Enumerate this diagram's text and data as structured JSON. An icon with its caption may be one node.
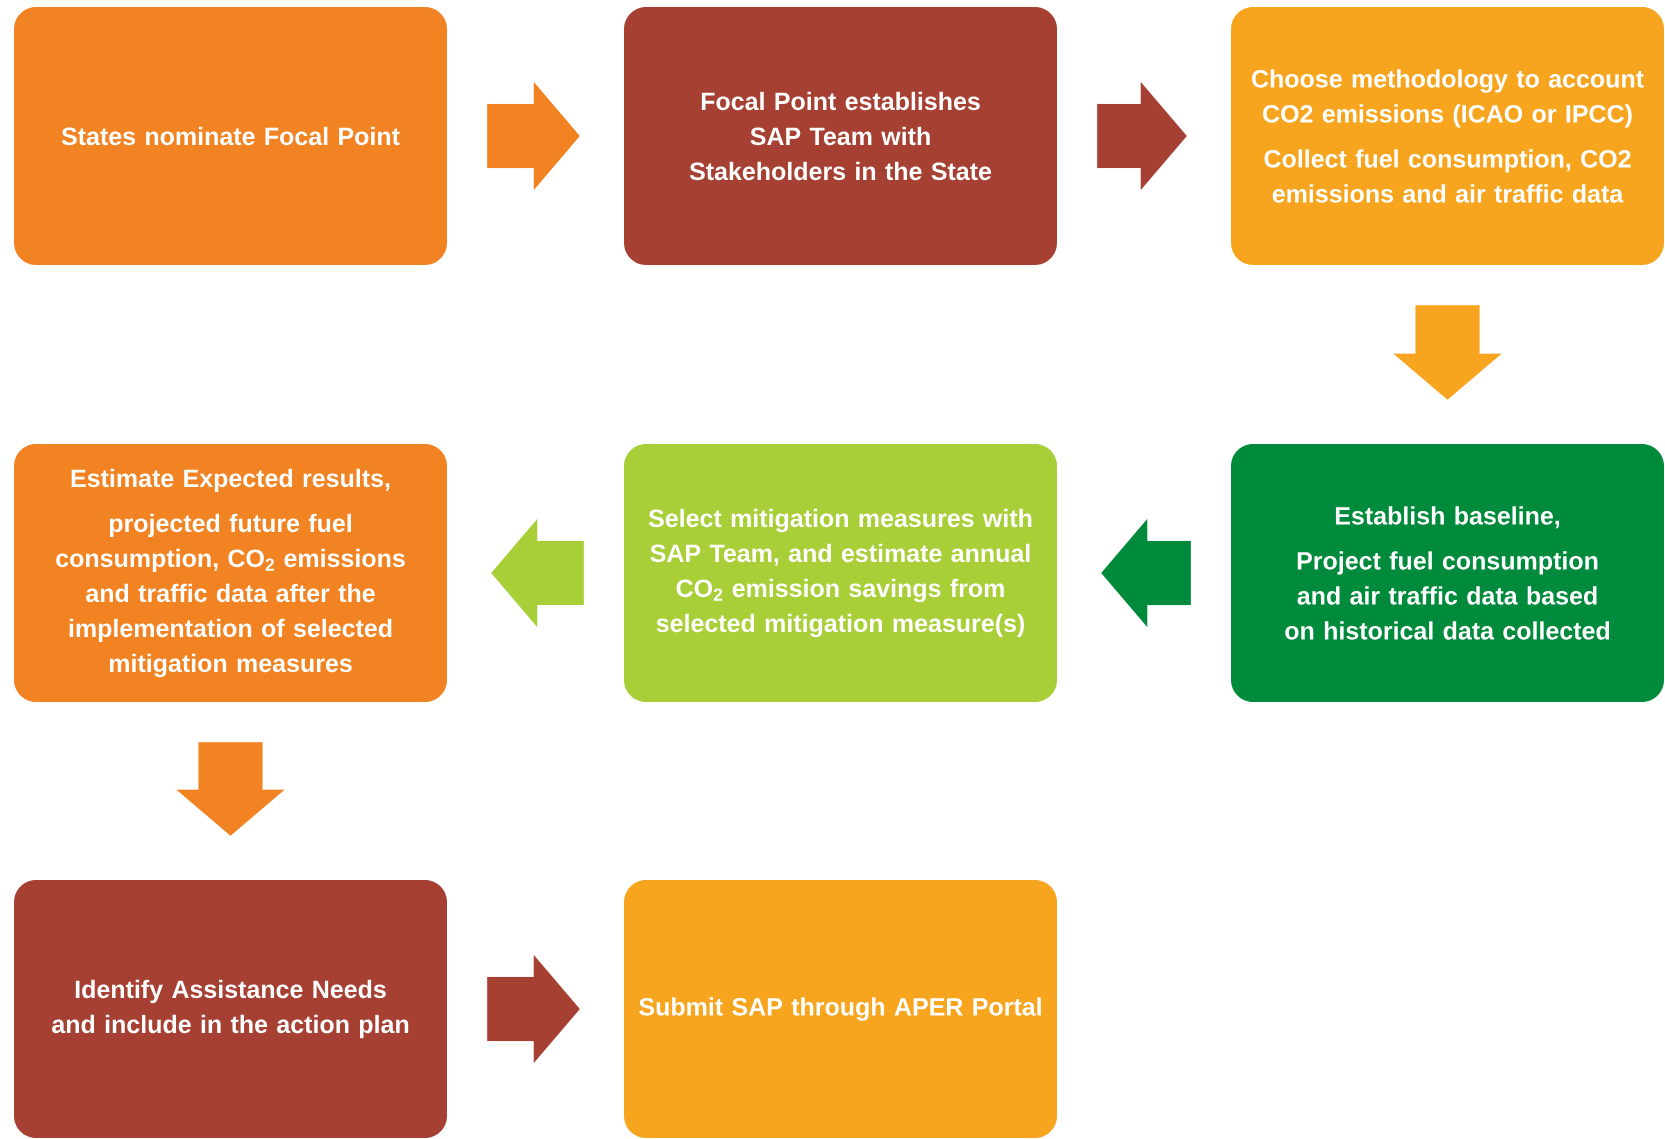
{
  "diagram": {
    "nodes": [
      {
        "text": [
          "States nominate Focal Point"
        ]
      },
      {
        "text": [
          "Focal Point establishes SAP Team with Stakeholders in the State"
        ]
      },
      {
        "text": [
          "Choose methodology to account CO2 emissions (ICAO or IPCC)",
          "Collect fuel consumption, CO2 emissions and air traffic data"
        ]
      },
      {
        "text": [
          "Estimate Expected results,",
          "projected future fuel consumption, CO$_{2}$ emissions and traffic data after the implementation of selected mitigation measures"
        ]
      },
      {
        "text": [
          "Select mitigation measures with SAP Team, and estimate annual CO$_{2}$ emission savings from selected mitigation measure(s)"
        ]
      },
      {
        "text": [
          "Establish baseline,",
          "Project fuel consumption and air traffic data based on historical data collected"
        ]
      },
      {
        "text": [
          "Identify Assistance Needs and include in the action plan"
        ]
      },
      {
        "text": [
          "Submit SAP through APER Portal"
        ]
      }
    ],
    "edges": [
      {
        "from": 0,
        "to": 1,
        "arrow": "to",
        "color": "#f28322"
      },
      {
        "from": 1,
        "to": 2,
        "arrow": "to",
        "color": "#a64032"
      },
      {
        "from": 2,
        "to": 5,
        "arrow": "to",
        "color": "#f7a51e"
      },
      {
        "from": 5,
        "to": 4,
        "arrow": "to",
        "color": "#008a3c"
      },
      {
        "from": 4,
        "to": 3,
        "arrow": "to",
        "color": "#a8cf38"
      },
      {
        "from": 3,
        "to": 6,
        "arrow": "to",
        "color": "#f28322"
      },
      {
        "from": 6,
        "to": 7,
        "arrow": "to",
        "color": "#a64032"
      }
    ]
  }
}
